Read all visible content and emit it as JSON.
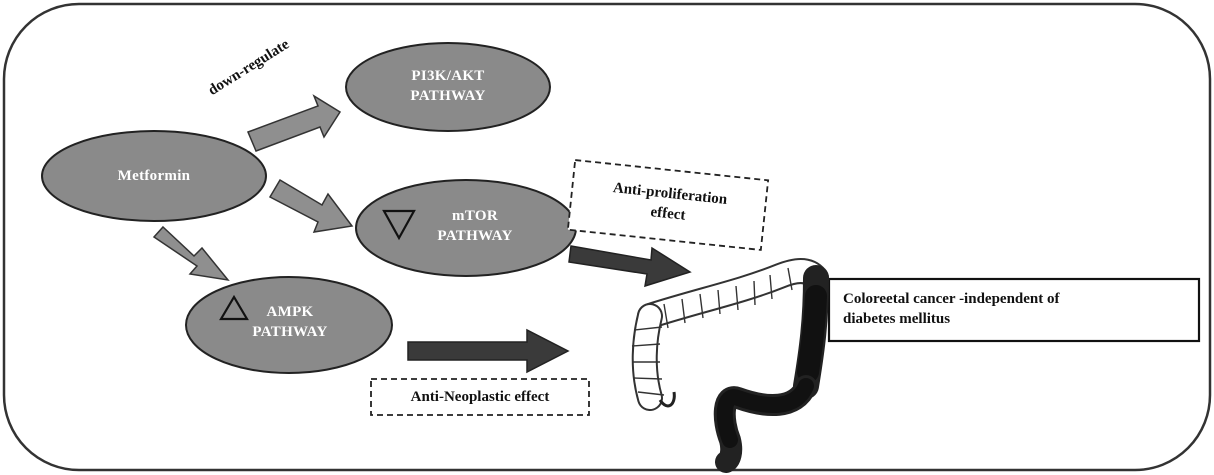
{
  "diagram": {
    "nodes": {
      "metformin": "Metformin",
      "pi3k_line1": "PI3K/AKT",
      "pi3k_line2": "PATHWAY",
      "mtor_line1": "mTOR",
      "mtor_line2": "PATHWAY",
      "ampk_line1": "AMPK",
      "ampk_line2": "PATHWAY"
    },
    "edge_labels": {
      "down_regulate": "down-regulate"
    },
    "effects": {
      "anti_proliferation_line1": "Anti-proliferation",
      "anti_proliferation_line2": "effect",
      "anti_neoplastic": "Anti-Neoplastic effect"
    },
    "outcome": {
      "line1": "Coloreetal cancer -independent of",
      "line2": "diabetes mellitus"
    },
    "colors": {
      "node_fill": "#8a8a8a",
      "gray_arrow": "#8f8f8f",
      "dark_arrow": "#3a3a3a",
      "outline": "#222222"
    }
  }
}
